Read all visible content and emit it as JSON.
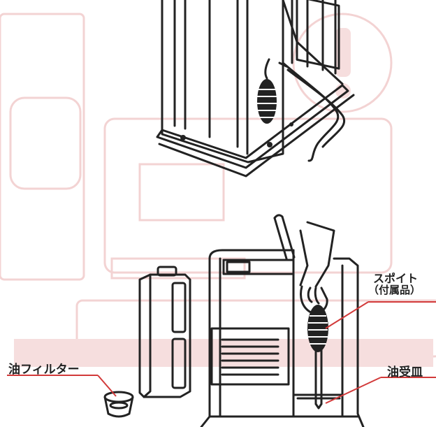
{
  "labels": {
    "oil_filter": "油フィルター",
    "dropper_line1": "スポイト",
    "dropper_line2": "（付属品）",
    "oil_tray": "油受皿"
  },
  "colors": {
    "ink": "#222222",
    "leader": "#d23a3a",
    "bleed": "#f2c9c9"
  }
}
